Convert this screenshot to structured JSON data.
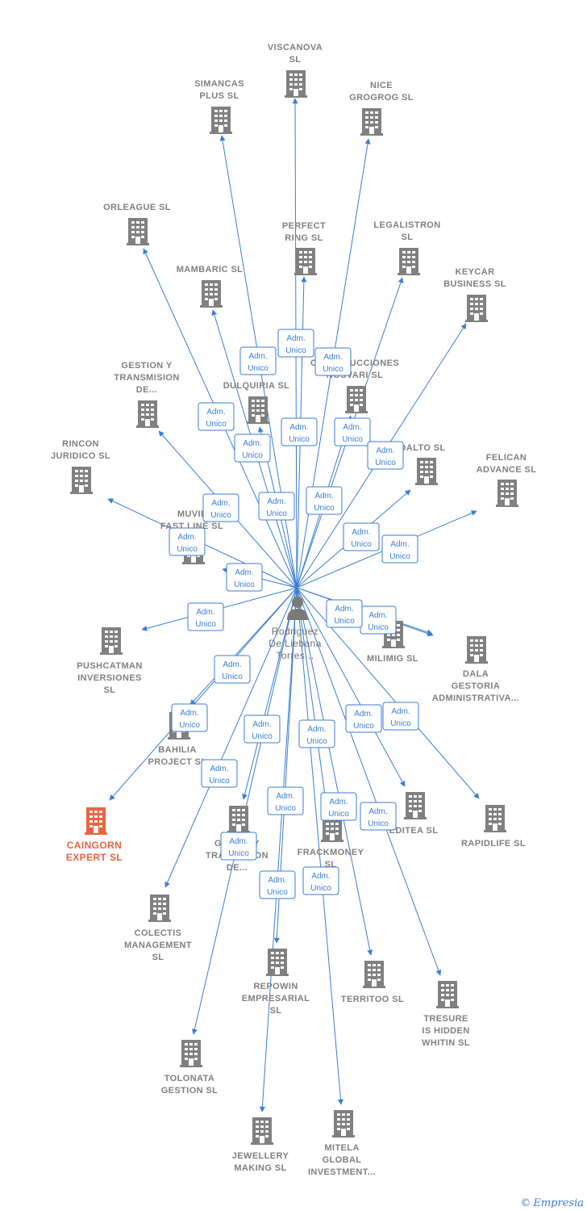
{
  "center": {
    "name_lines": [
      "Rodriguez",
      "De Liebana",
      "Torres..."
    ]
  },
  "colors": {
    "edge": "#3a7ed6",
    "node": "#808080",
    "highlight": "#e8653f",
    "badge_border": "#3a7ed6"
  },
  "edge_label": [
    "Adm.",
    "Unico"
  ],
  "companies": [
    {
      "id": "viscanova",
      "lines": [
        "VISCANOVA",
        "SL"
      ]
    },
    {
      "id": "simancas",
      "lines": [
        "SIMANCAS",
        "PLUS SL"
      ]
    },
    {
      "id": "nice-grogrog",
      "lines": [
        "NICE",
        "GROGROG SL"
      ]
    },
    {
      "id": "orleague",
      "lines": [
        "ORLEAGUE SL"
      ]
    },
    {
      "id": "perfect-ring",
      "lines": [
        "PERFECT",
        "RING SL"
      ]
    },
    {
      "id": "legalistron",
      "lines": [
        "LEGALISTRON",
        "SL"
      ]
    },
    {
      "id": "mambaric",
      "lines": [
        "MAMBARIC SL"
      ]
    },
    {
      "id": "keycar",
      "lines": [
        "KEYCAR",
        "BUSINESS SL"
      ]
    },
    {
      "id": "construcciones",
      "lines": [
        "CONSTRUCCIONES",
        "NOSVARI SL"
      ]
    },
    {
      "id": "gestion-transmision",
      "lines": [
        "GESTION Y",
        "TRANSMISION",
        "DE..."
      ]
    },
    {
      "id": "dulquiria",
      "lines": [
        "DULQUIRIA SL"
      ]
    },
    {
      "id": "rincon",
      "lines": [
        "RINCON",
        "JURIDICO SL"
      ]
    },
    {
      "id": "dalto",
      "lines": [
        "DALTO SL"
      ]
    },
    {
      "id": "felican",
      "lines": [
        "FELICAN",
        "ADVANCE SL"
      ]
    },
    {
      "id": "muvil",
      "lines": [
        "MUVIL",
        "FAST LINE SL"
      ]
    },
    {
      "id": "pushcatman",
      "lines": [
        "PUSHCATMAN",
        "INVERSIONES",
        "SL"
      ]
    },
    {
      "id": "milimig",
      "lines": [
        "MILIMIG SL"
      ]
    },
    {
      "id": "dala",
      "lines": [
        "DALA",
        "GESTORIA",
        "ADMINISTRATIVA..."
      ]
    },
    {
      "id": "bahilia",
      "lines": [
        "BAHILIA",
        "PROJECT SL"
      ]
    },
    {
      "id": "caingorn",
      "lines": [
        "CAINGORN",
        "EXPERT SL"
      ],
      "highlight": true
    },
    {
      "id": "gestion-traduccion",
      "lines": [
        "GESTORY",
        "TRADUCCION",
        "DE..."
      ]
    },
    {
      "id": "frackmoney",
      "lines": [
        "FRACKMONEY",
        "SL"
      ]
    },
    {
      "id": "editea",
      "lines": [
        "EDITEA SL"
      ]
    },
    {
      "id": "rapidlife",
      "lines": [
        "RAPIDLIFE SL"
      ]
    },
    {
      "id": "colectis",
      "lines": [
        "COLECTIS",
        "MANAGEMENT",
        "SL"
      ]
    },
    {
      "id": "repowin",
      "lines": [
        "REPOWIN",
        "EMPRESARIAL",
        "SL"
      ]
    },
    {
      "id": "territoo",
      "lines": [
        "TERRITOO SL"
      ]
    },
    {
      "id": "tresure",
      "lines": [
        "TRESURE",
        "IS HIDDEN",
        "WHITIN SL"
      ]
    },
    {
      "id": "tolonata",
      "lines": [
        "TOLONATA",
        "GESTION SL"
      ]
    },
    {
      "id": "jewellery",
      "lines": [
        "JEWELLERY",
        "MAKING SL"
      ]
    },
    {
      "id": "mitela",
      "lines": [
        "MITELA",
        "GLOBAL",
        "INVESTMENT..."
      ]
    }
  ],
  "watermark": {
    "symbol": "©",
    "brand": "Empresia"
  }
}
